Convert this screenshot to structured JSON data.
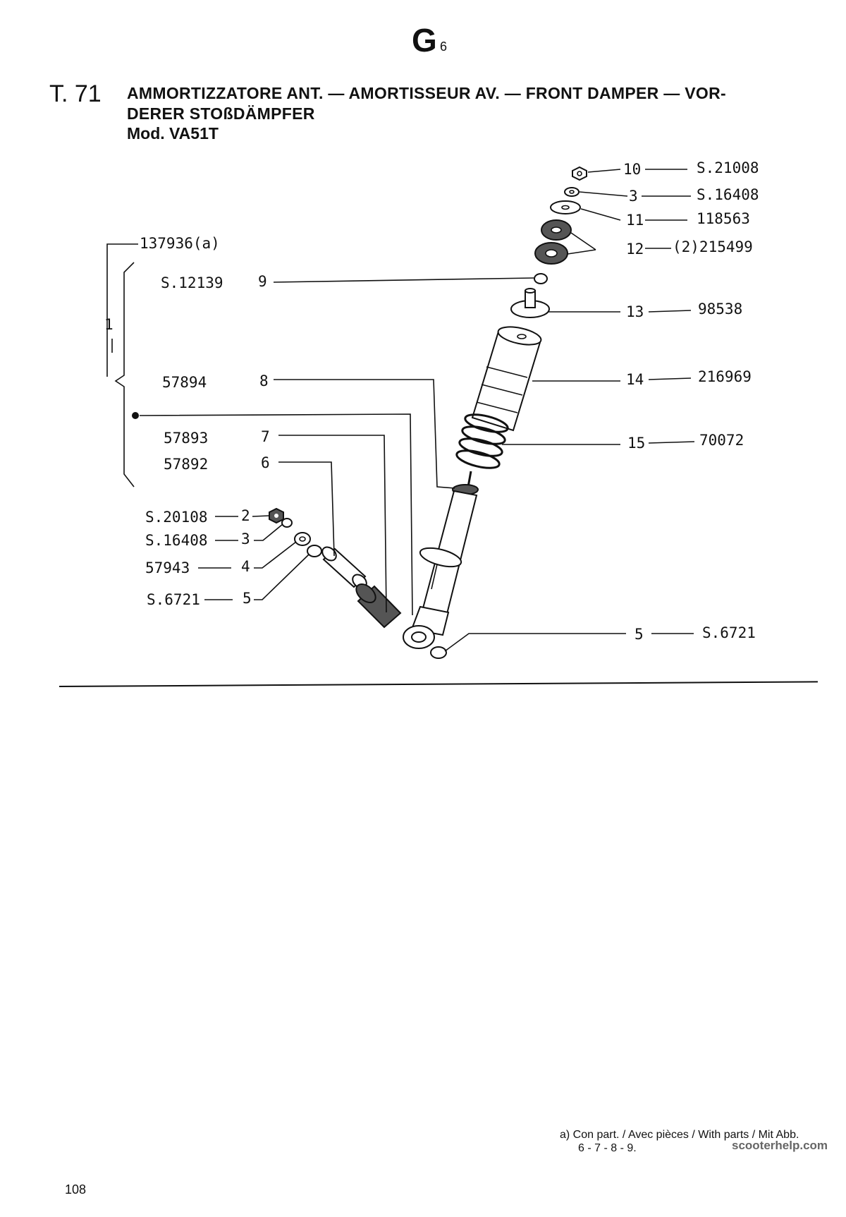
{
  "header": {
    "section_code": "G",
    "section_sub": "6",
    "table_number": "T. 71",
    "title_line1": "AMMORTIZZATORE ANT. — AMORTISSEUR AV. — FRONT DAMPER — VOR-",
    "title_line2": "DERER STOßDÄMPFER",
    "model": "Mod. VA51T"
  },
  "callouts": {
    "n10": "10",
    "c10": "S.21008",
    "n3a": "3",
    "c3a": "S.16408",
    "n11": "11",
    "c11": "118563",
    "n12": "12",
    "c12": "(2)215499",
    "n13": "13",
    "c13": "98538",
    "n14": "14",
    "c14": "216969",
    "n15": "15",
    "c15": "70072",
    "n5a": "5",
    "c5a": "S.6721",
    "assembly_code": "137936(a)",
    "assembly_num": "1",
    "n9": "9",
    "c9": "S.12139",
    "n8": "8",
    "c8": "57894",
    "n7": "7",
    "c7": "57893",
    "n6": "6",
    "c6": "57892",
    "n2": "2",
    "c2": "S.20108",
    "n3b": "3",
    "c3b": "S.16408",
    "n4": "4",
    "c4": "57943",
    "n5b": "5",
    "c5b": "S.6721"
  },
  "footnote": {
    "line1": "a)  Con part. / Avec pièces / With parts / Mit Abb.",
    "line2": "6 - 7 - 8 - 9."
  },
  "page_number": "108",
  "watermark": "scooterhelp.com"
}
